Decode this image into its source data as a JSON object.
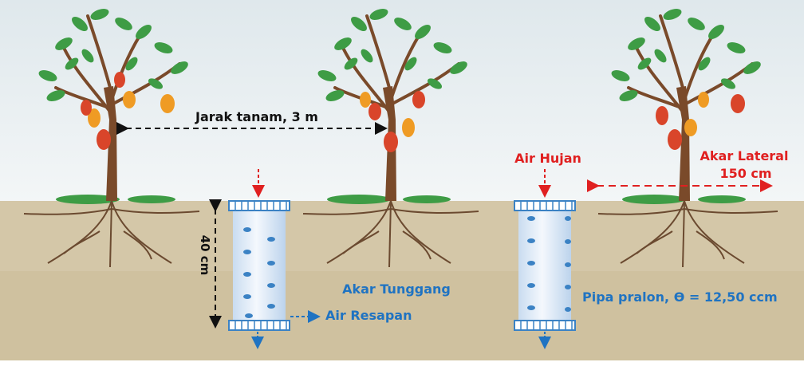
{
  "labels": {
    "planting_distance": "Jarak tanam, 3 m",
    "rain_water": "Air Hujan",
    "lateral_root_title": "Akar Lateral",
    "lateral_root_length": "150 cm",
    "pipe_depth": "40 cm",
    "taproot": "Akar Tunggang",
    "seepage_water": "Air Resapan",
    "pipe_spec": "Pipa pralon, ϴ = 12,50 ccm"
  },
  "colors": {
    "sky_top": "#dfe8ec",
    "sky_bottom": "#f2f5f6",
    "soil": "#d4c7a8",
    "soil_dark": "#c7b894",
    "trunk": "#7a4a2a",
    "leaf": "#3e9c45",
    "leaf_light": "#6dbb4c",
    "fruit": "#d9452a",
    "fruit_orange": "#ef9b24",
    "pipe_fill": "#dbe8f6",
    "pipe_cap": "#3b82c4",
    "red_text": "#e02020",
    "blue_text": "#1f73c2",
    "black": "#111111"
  }
}
